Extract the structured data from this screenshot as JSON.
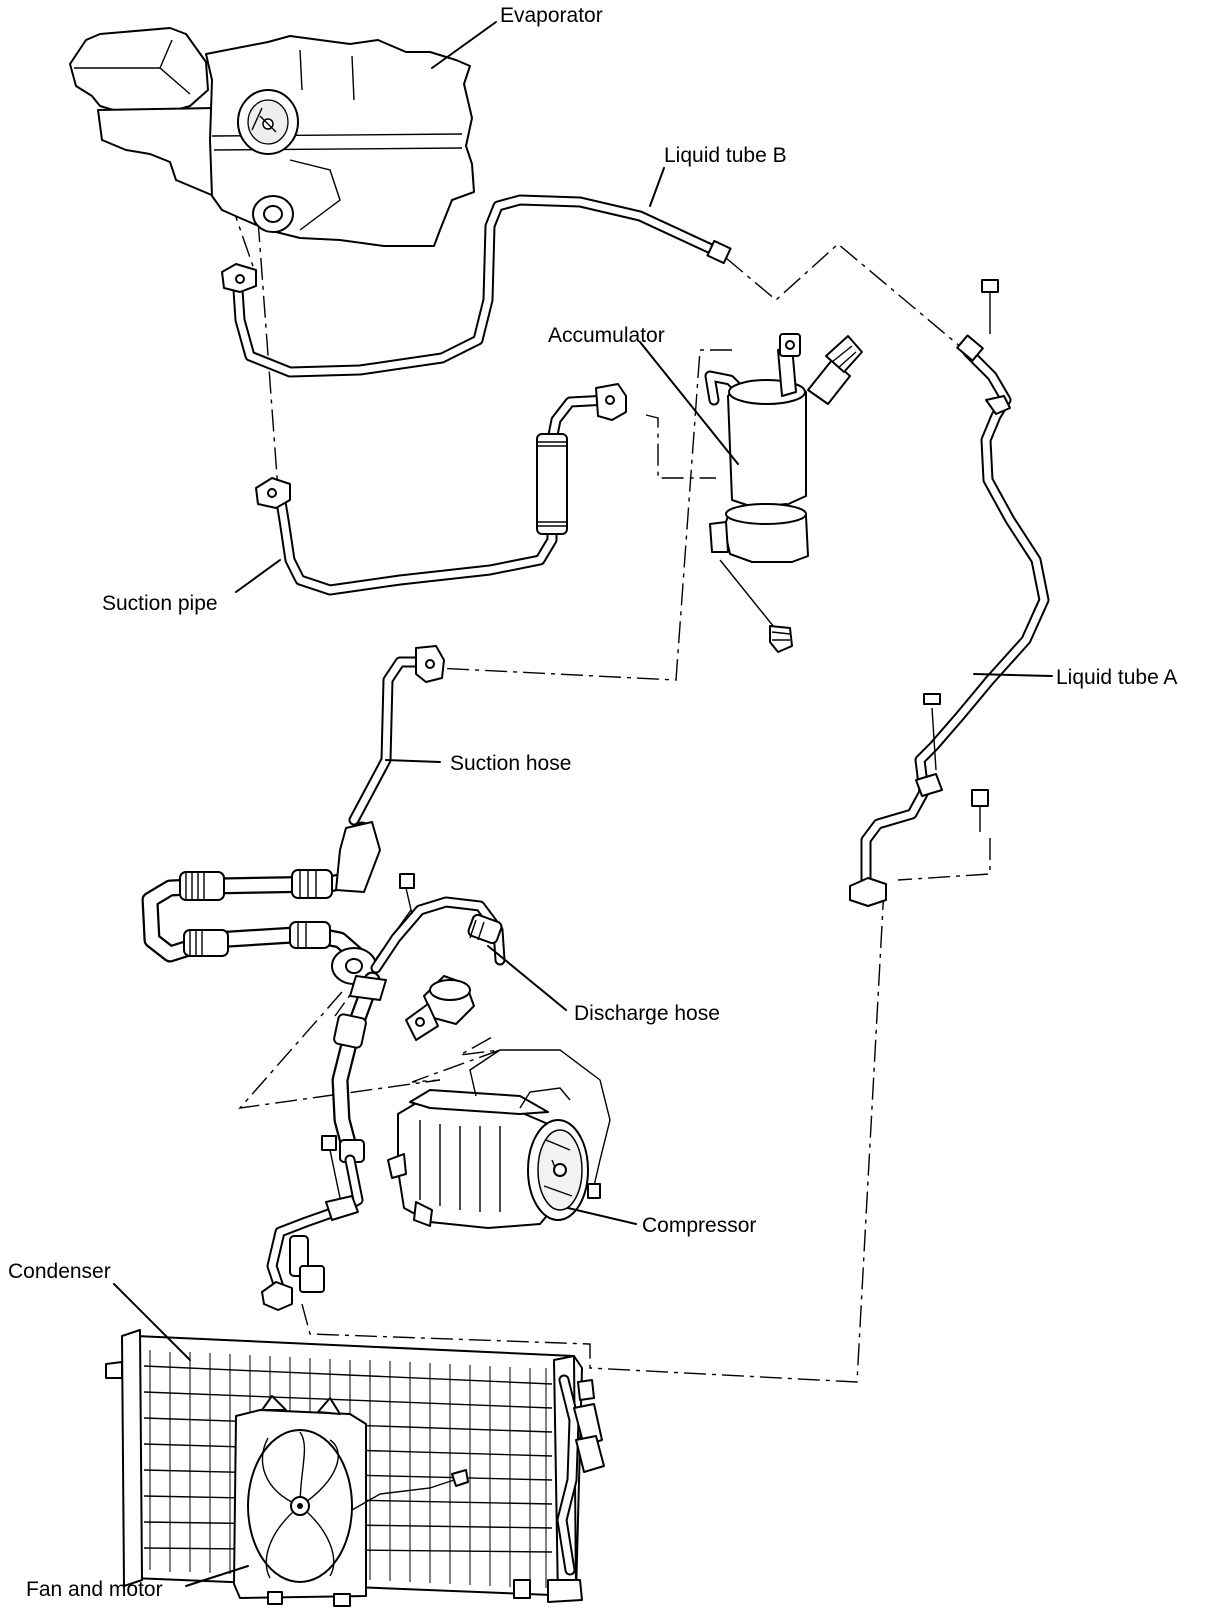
{
  "labels": {
    "evaporator": "Evaporator",
    "liquid_tube_b": "Liquid tube B",
    "accumulator": "Accumulator",
    "suction_pipe": "Suction pipe",
    "liquid_tube_a": "Liquid tube A",
    "suction_hose": "Suction hose",
    "discharge_hose": "Discharge hose",
    "compressor": "Compressor",
    "condenser": "Condenser",
    "fan_and_motor": "Fan and motor"
  }
}
